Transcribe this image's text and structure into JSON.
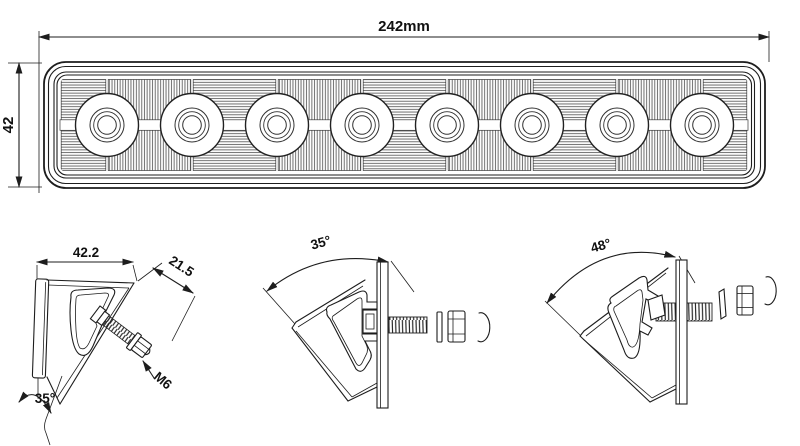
{
  "drawing": {
    "title": "LED work light technical drawing",
    "top_view": {
      "width_label": "242mm",
      "height_label": "42",
      "led_count": 8
    },
    "side_view": {
      "width_label": "42.2",
      "depth_label": "21.5",
      "thread_label": "M6",
      "angle_label": "35°"
    },
    "front_view_35": {
      "angle_label": "35°"
    },
    "front_view_48": {
      "angle_label": "48°"
    },
    "colors": {
      "line": "#1d1d1d",
      "hatch_line": "#6f6f6f",
      "background": "#ffffff"
    }
  }
}
